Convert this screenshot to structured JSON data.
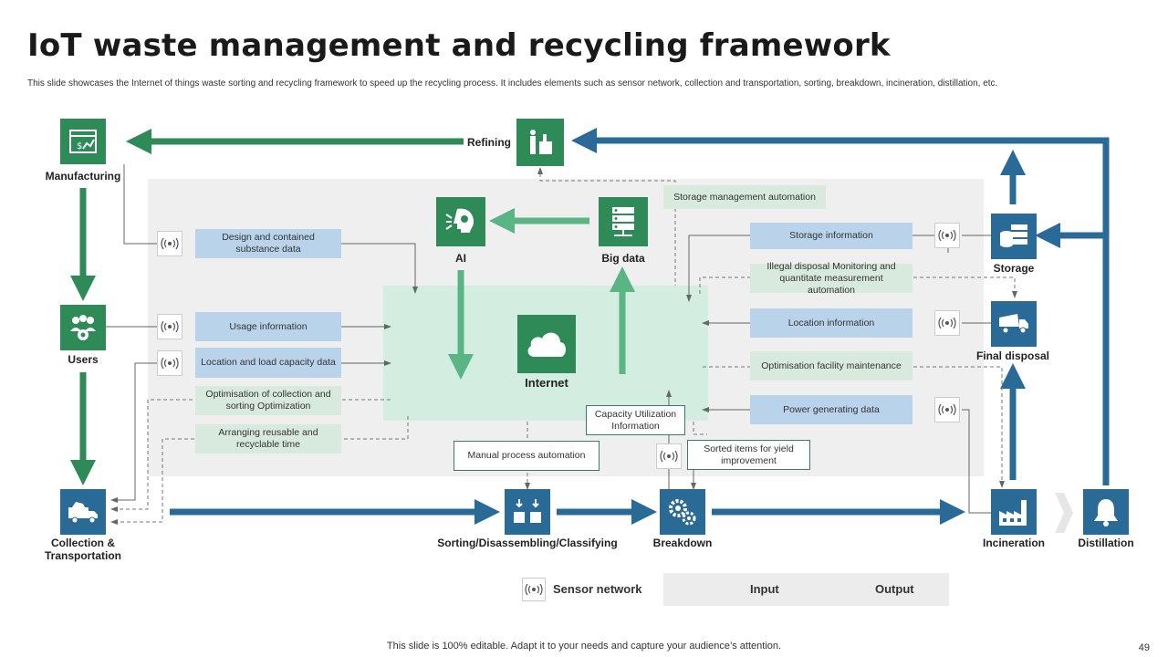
{
  "header": {
    "title": "IoT waste management and recycling framework",
    "subtitle": "This slide showcases the Internet of things waste sorting and recycling framework to speed up the recycling process. It includes elements such as sensor network, collection and transportation, sorting, breakdown, incineration, distillation, etc."
  },
  "nodes": {
    "manufacturing": "Manufacturing",
    "refining": "Refining",
    "users": "Users",
    "collection": "Collection &\nTransportation",
    "sorting": "Sorting/Disassembling/Classifying",
    "breakdown": "Breakdown",
    "incineration": "Incineration",
    "distillation": "Distillation",
    "storage": "Storage",
    "final_disposal": "Final disposal",
    "ai": "AI",
    "big_data": "Big data",
    "internet": "Internet"
  },
  "boxes": {
    "design": "Design and contained substance data",
    "usage": "Usage information",
    "location_load": "Location and load capacity data",
    "optimisation_collection": "Optimisation of collection and sorting Optimization",
    "arranging": "Arranging reusable and recyclable time",
    "storage_mgmt": "Storage management automation",
    "storage_info": "Storage information",
    "illegal": "Illegal disposal Monitoring and quantitate measurement automation",
    "location_info": "Location information",
    "optimisation_facility": "Optimisation facility maintenance",
    "power": "Power generating data",
    "capacity": "Capacity Utilization Information",
    "manual": "Manual process automation",
    "sorted_items": "Sorted items for yield improvement"
  },
  "legend": {
    "sensor_network": "Sensor network",
    "input": "Input",
    "output": "Output"
  },
  "footer": {
    "note": "This slide is 100% editable. Adapt it to your needs and capture your audience’s attention.",
    "page": "49"
  },
  "colors": {
    "green": "#2e8b57",
    "blue": "#2a6a97",
    "light_green_arrow": "#5ab584"
  },
  "icons": {
    "manufacturing": "factory-chart-icon",
    "refining": "refinery-icon",
    "users": "users-gear-icon",
    "collection": "truck-icon",
    "sorting": "sorting-icon",
    "breakdown": "gears-icon",
    "incineration": "factory-icon",
    "distillation": "bell-icon",
    "storage": "database-icon",
    "final_disposal": "dump-truck-icon",
    "ai": "ai-head-icon",
    "big_data": "server-icon",
    "internet": "cloud-icon",
    "sensor": "sensor-icon"
  }
}
